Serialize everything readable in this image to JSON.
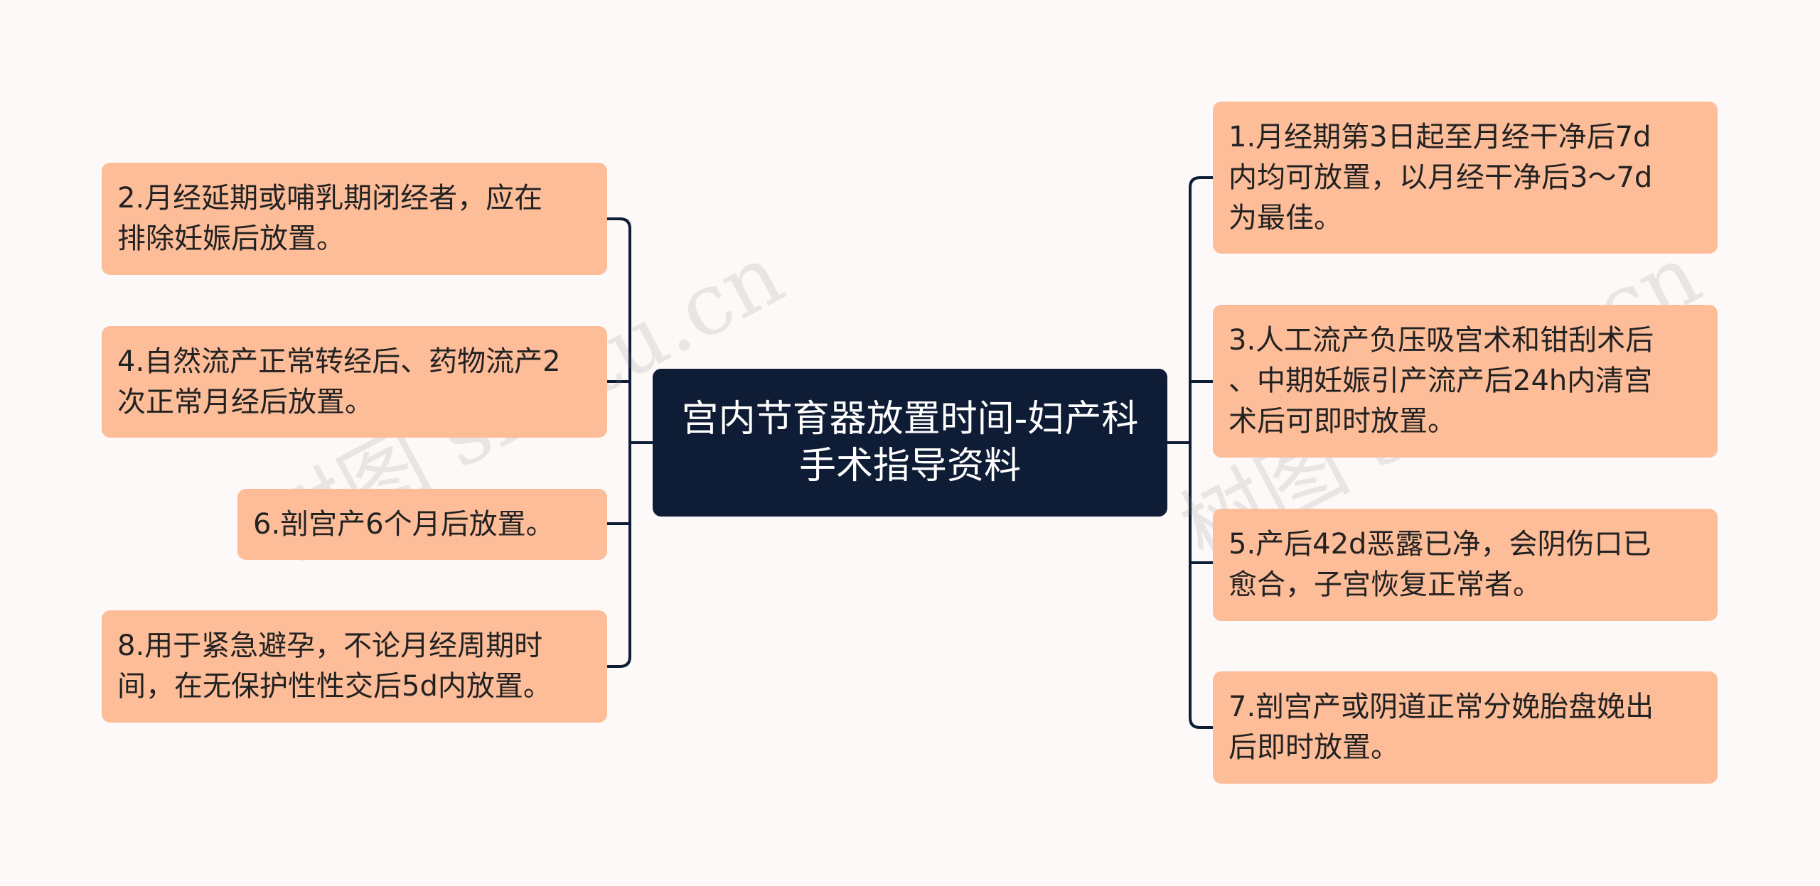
{
  "root": {
    "title": "宫内节育器放置时间-妇产科手术指导资料"
  },
  "left_nodes": [
    {
      "text": "2.月经延期或哺乳期闭经者，应在\n排除妊娠后放置。\u0007"
    },
    {
      "text": "4.自然流产正常转经后、药物流产2\n次正常月经后放置。\u0007"
    },
    {
      "text": "6.剖宫产6个月后放置。\u0007"
    },
    {
      "text": "8.用于紧急避孕，不论月经周期时\n间，在无保护性性交后5d内放置。"
    }
  ],
  "right_nodes": [
    {
      "text": "1.月经期第3日起至月经干净后7d\n内均可放置，以月经干净后3～7d\n为最佳。\u0007"
    },
    {
      "text": "3.人工流产负压吸宫术和钳刮术后\n、中期妊娠引产流产后24h内清宫\n术后可即时放置。\u0007"
    },
    {
      "text": "5.产后42d恶露已净，会阴伤口已\n愈合，子宫恢复正常者。\u0007"
    },
    {
      "text": "7.剖宫产或阴道正常分娩胎盘娩出\n后即时放置。\u0007"
    }
  ],
  "watermarks": [
    "树图 shutu.cn",
    "树图 shutu.cn"
  ],
  "colors": {
    "root_bg": "#0f1c35",
    "node_bg": "#fdbd99",
    "line": "#0f1c35",
    "background": "#fcf9f8"
  }
}
